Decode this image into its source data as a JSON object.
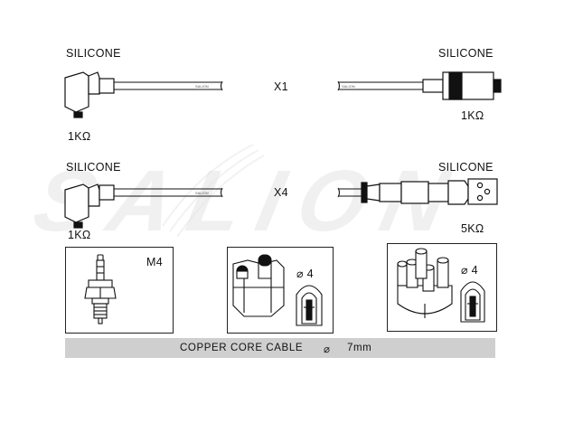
{
  "watermark": "SALION",
  "cable_top": {
    "left_label": "SILICONE",
    "right_label": "SILICONE",
    "quantity": "X1",
    "left_resistance": "1KΩ",
    "right_resistance": "1KΩ"
  },
  "cable_bottom": {
    "left_label": "SILICONE",
    "right_label": "SILICONE",
    "quantity": "X4",
    "left_resistance": "1KΩ",
    "right_resistance": "5KΩ"
  },
  "panels": {
    "spark_plug_thread": "M4",
    "coil_terminal_diameter": "4",
    "distributor_terminal_diameter": "4"
  },
  "footer": {
    "text": "COPPER CORE CABLE",
    "diameter_symbol": "⌀",
    "diameter_value": "7mm"
  }
}
